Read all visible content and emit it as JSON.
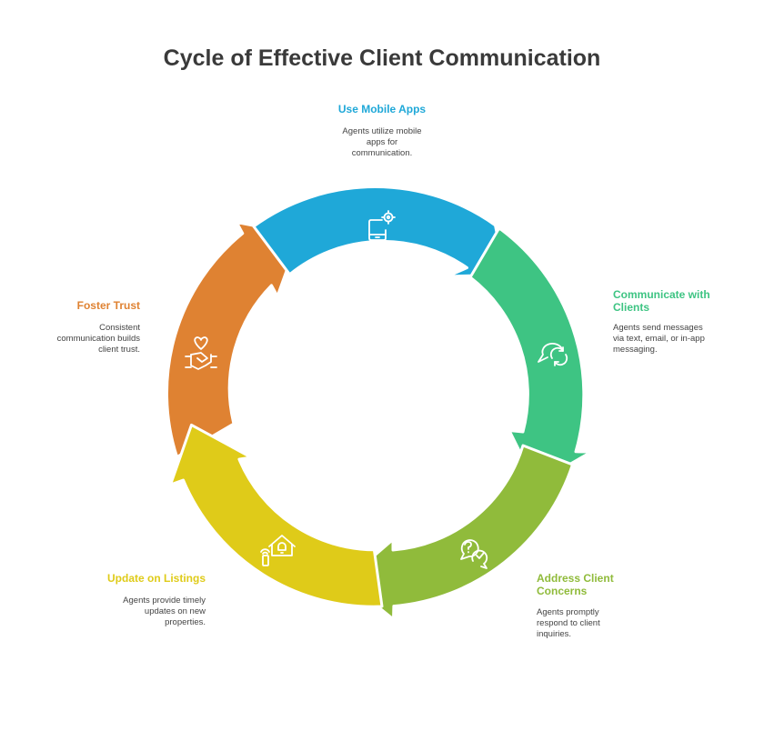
{
  "title": "Cycle of Effective Client Communication",
  "colors": {
    "blue": "#1fa8d8",
    "green": "#3ec483",
    "lime": "#90bb3b",
    "yellow": "#dfcb19",
    "orange": "#df8232"
  },
  "steps": [
    {
      "id": "use-mobile-apps",
      "heading": "Use Mobile Apps",
      "description": [
        "Agents utilize mobile",
        "apps for",
        "communication."
      ],
      "color": "#1fa8d8",
      "icon": "smartphone-gear-icon"
    },
    {
      "id": "communicate-with-clients",
      "heading": [
        "Communicate with",
        "Clients"
      ],
      "description": [
        "Agents send messages",
        "via text, email, or in-app",
        "messaging."
      ],
      "color": "#3ec483",
      "icon": "chat-refresh-icon"
    },
    {
      "id": "address-client-concerns",
      "heading": [
        "Address Client",
        "Concerns"
      ],
      "description": [
        "Agents promptly",
        "respond to client",
        "inquiries."
      ],
      "color": "#90bb3b",
      "icon": "question-check-chat-icon"
    },
    {
      "id": "update-on-listings",
      "heading": "Update on Listings",
      "description": [
        "Agents provide timely",
        "updates on new",
        "properties."
      ],
      "color": "#dfcb19",
      "icon": "smart-home-notification-icon"
    },
    {
      "id": "foster-trust",
      "heading": "Foster Trust",
      "description": [
        "Consistent",
        "communication builds",
        "client trust."
      ],
      "color": "#df8232",
      "icon": "handshake-heart-icon"
    }
  ]
}
